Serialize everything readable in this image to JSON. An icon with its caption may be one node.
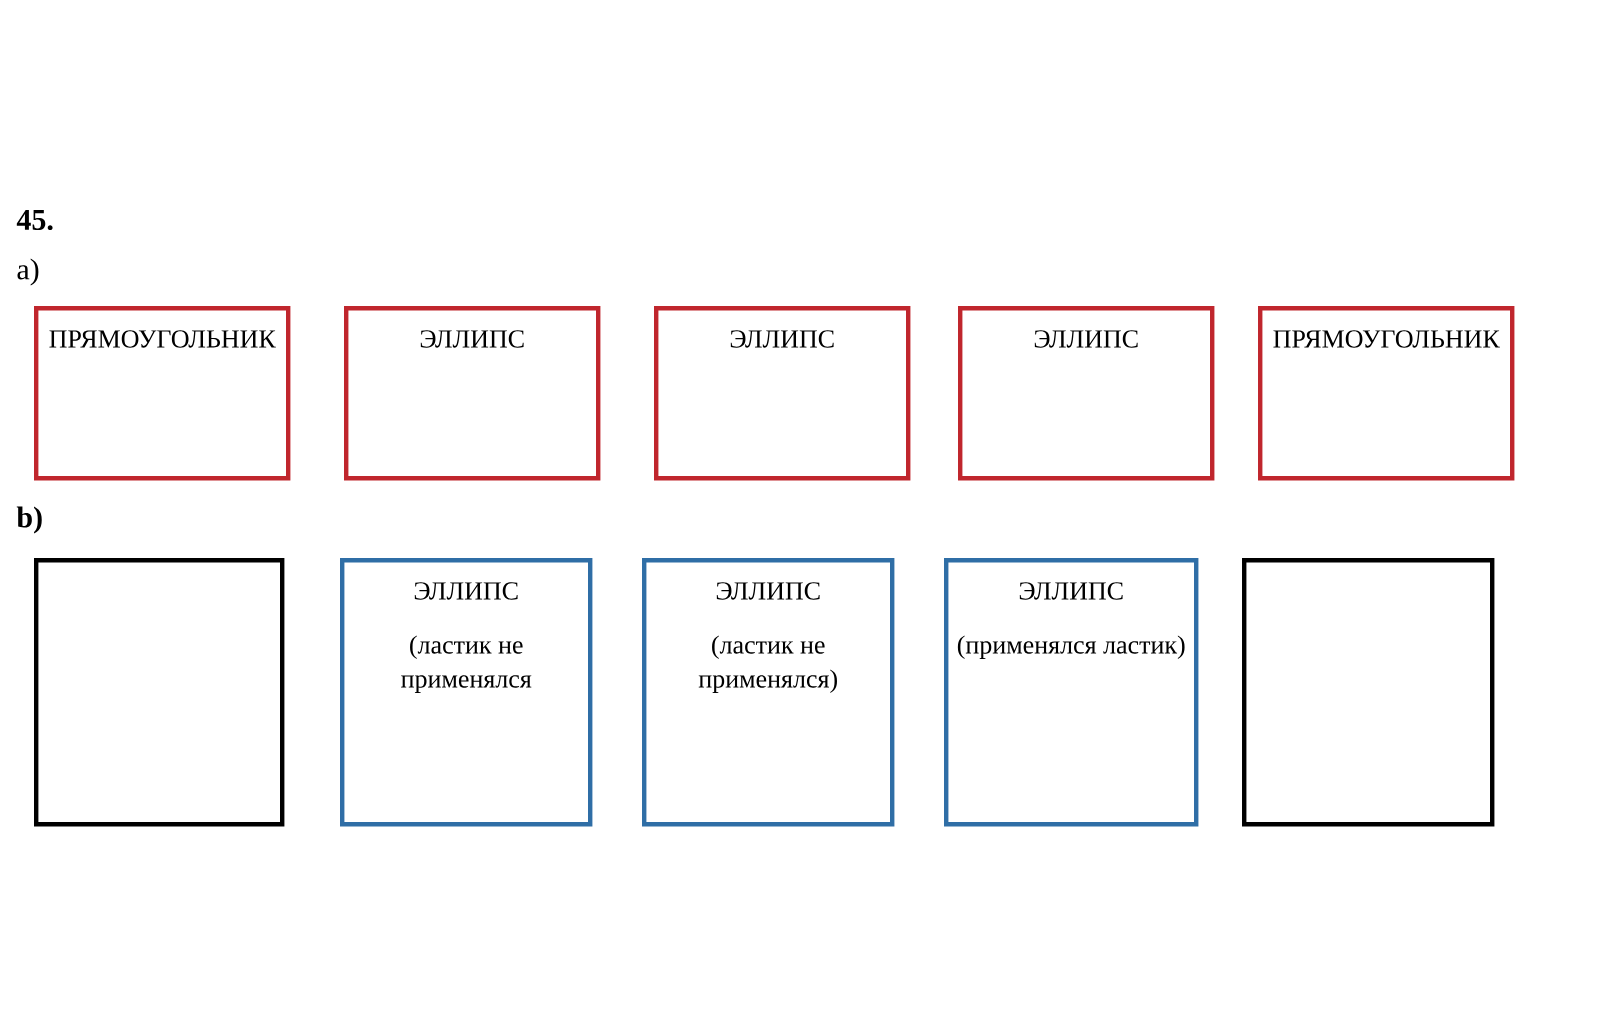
{
  "diagram": {
    "nodes": [
      {
        "text": [
          "ПРЯМОУГОЛЬНИК"
        ]
      },
      {
        "text": [
          "ЭЛЛИПС"
        ]
      },
      {
        "text": [
          "ЭЛЛИПС"
        ]
      },
      {
        "text": [
          "ЭЛЛИПС"
        ]
      },
      {
        "text": [
          "ПРЯМОУГОЛЬНИК"
        ]
      },
      {
        "text": [],
        "shape": "box"
      },
      {
        "text": [
          "ЭЛЛИПС",
          "(ластик не применялся"
        ]
      },
      {
        "text": [
          "ЭЛЛИПС",
          "(ластик не применялся)"
        ]
      },
      {
        "text": [
          "ЭЛЛИПС",
          "(применялся ластик)"
        ]
      },
      {
        "text": [],
        "shape": "box"
      }
    ],
    "labels": [
      "45.",
      "a)",
      "b)"
    ]
  }
}
